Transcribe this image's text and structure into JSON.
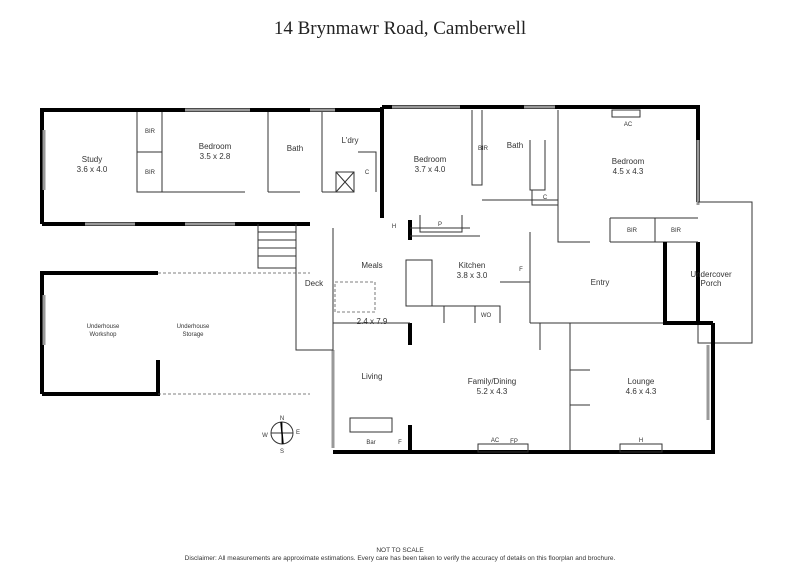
{
  "title": "14 Brynmawr Road, Camberwell",
  "rooms": {
    "study": {
      "name": "Study",
      "size": "3.6 x 4.0"
    },
    "bedroom1": {
      "name": "Bedroom",
      "size": "3.5 x 2.8"
    },
    "bir1": "BIR",
    "bir2": "BIR",
    "bath1": "Bath",
    "laundry": "L'dry",
    "cupboard1": "C",
    "bedroom2": {
      "name": "Bedroom",
      "size": "3.7 x 4.0"
    },
    "bir3": "BIR",
    "bath2": "Bath",
    "cupboard2": "C",
    "bedroom3": {
      "name": "Bedroom",
      "size": "4.5 x 4.3"
    },
    "ac1": "AC",
    "bir4": "BIR",
    "bir5": "BIR",
    "heater1": "H",
    "pantry": "P",
    "kitchen": {
      "name": "Kitchen",
      "size": "3.8 x 3.0"
    },
    "fridge1": "F",
    "wall_oven": "WO",
    "entry": "Entry",
    "porch": {
      "line1": "Undercover",
      "line2": "Porch"
    },
    "meals": "Meals",
    "deck": {
      "name": "Deck",
      "size": "2.4 x 7.9"
    },
    "workshop": {
      "line1": "Underhouse",
      "line2": "Workshop"
    },
    "storage": {
      "line1": "Underhouse",
      "line2": "Storage"
    },
    "living": "Living",
    "bar": "Bar",
    "fridge2": "F",
    "family": {
      "name": "Family/Dining",
      "size": "5.2 x 4.3"
    },
    "ac2": "AC",
    "fireplace": "FP",
    "lounge": {
      "name": "Lounge",
      "size": "4.6 x 4.3"
    },
    "heater2": "H"
  },
  "compass": {
    "n": "N",
    "s": "S",
    "e": "E",
    "w": "W"
  },
  "footer": {
    "scale_note": "NOT TO SCALE",
    "disclaimer": "Disclaimer: All measurements are approximate estimations. Every care has been taken to verify the accuracy of details on this floorplan and brochure."
  }
}
